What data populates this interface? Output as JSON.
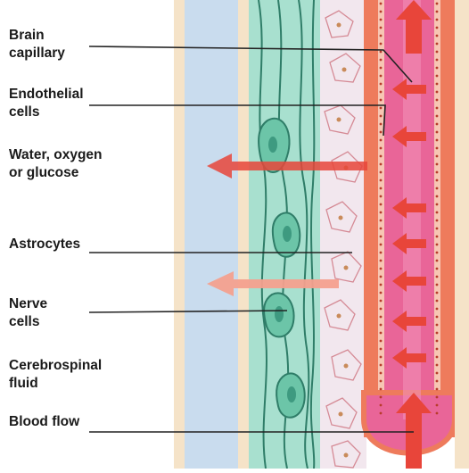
{
  "labels": {
    "brain_capillary": [
      "Brain",
      "capillary"
    ],
    "endothelial_cells": [
      "Endothelial",
      "cells"
    ],
    "transported_substances": [
      "Water, oxygen",
      "or glucose"
    ],
    "astrocytes": [
      "Astrocytes"
    ],
    "nerve_cells": [
      "Nerve",
      "cells"
    ],
    "csf": [
      "Cerebrospinal",
      "fluid"
    ],
    "blood_flow": [
      "Blood flow"
    ]
  },
  "colors": {
    "csf_fluid": "#c9dcee",
    "nerve_tissue": "#6cc5a8",
    "nerve_outline": "#2f7d68",
    "astrocyte_bg": "#f2e7ee",
    "astrocyte_outline": "#d58a95",
    "endothelium": "#ee7b5c",
    "capillary_lumen": "#e96598",
    "arrow_red": "#e8453a",
    "arrow_pink": "#f4a08e",
    "leader_line": "#222222"
  }
}
